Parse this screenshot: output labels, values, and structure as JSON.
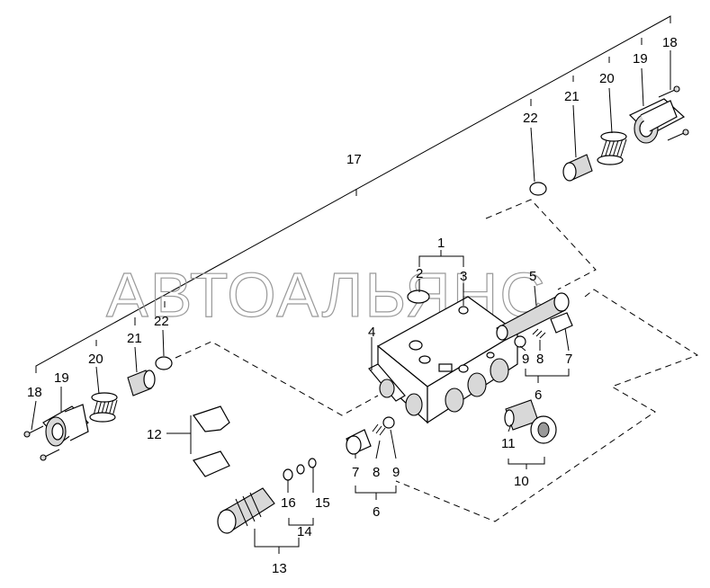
{
  "watermark": "АВТОАЛЬЯНС",
  "labels": {
    "l1": "1",
    "l2": "2",
    "l3": "3",
    "l4": "4",
    "l5": "5",
    "l6a": "6",
    "l6b": "6",
    "l7a": "7",
    "l7b": "7",
    "l8a": "8",
    "l8b": "8",
    "l9a": "9",
    "l9b": "9",
    "l10": "10",
    "l11": "11",
    "l12": "12",
    "l13": "13",
    "l14": "14",
    "l15": "15",
    "l16": "16",
    "l17": "17",
    "l18a": "18",
    "l18b": "18",
    "l19a": "19",
    "l19b": "19",
    "l20a": "20",
    "l20b": "20",
    "l21a": "21",
    "l21b": "21",
    "l22a": "22",
    "l22b": "22"
  }
}
